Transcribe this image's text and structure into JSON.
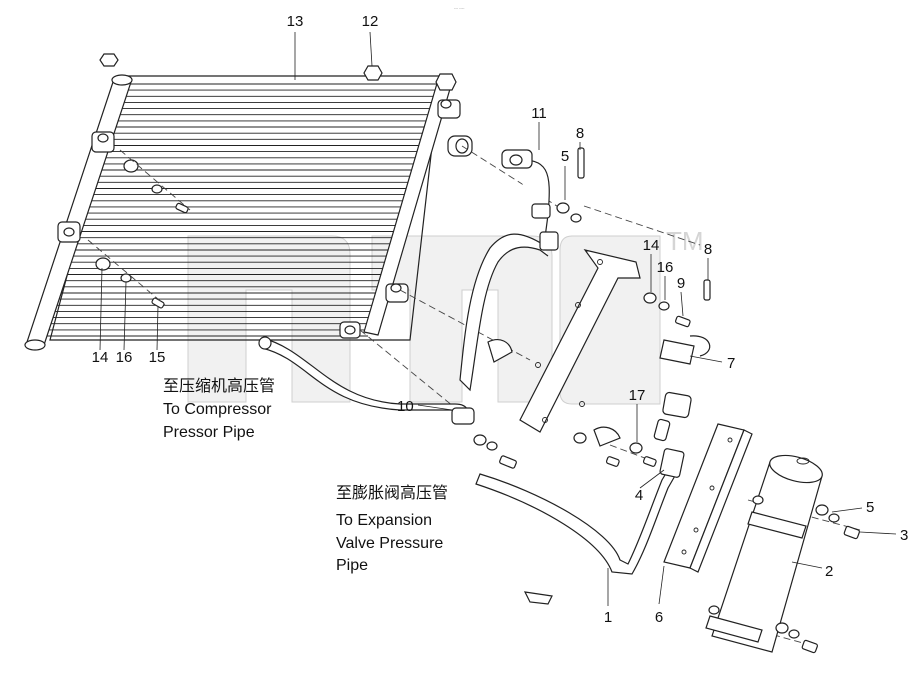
{
  "header": {
    "small_mark": "--- ----"
  },
  "watermark": {
    "trademark": "TM"
  },
  "callouts": {
    "c1": "1",
    "c2": "2",
    "c3": "3",
    "c4": "4",
    "c5a": "5",
    "c5b": "5",
    "c6": "6",
    "c7": "7",
    "c8a": "8",
    "c8b": "8",
    "c9": "9",
    "c10": "10",
    "c11": "11",
    "c12": "12",
    "c13": "13",
    "c14a": "14",
    "c14b": "14",
    "c15": "15",
    "c16a": "16",
    "c16b": "16",
    "c17": "17"
  },
  "notes": {
    "compressor": {
      "zh": "至压缩机高压管",
      "en1": "To Compressor",
      "en2": "Pressor Pipe"
    },
    "expansion": {
      "zh": "至膨胀阀高压管",
      "en1": "To Expansion",
      "en2": "Valve Pressure",
      "en3": "Pipe"
    }
  }
}
